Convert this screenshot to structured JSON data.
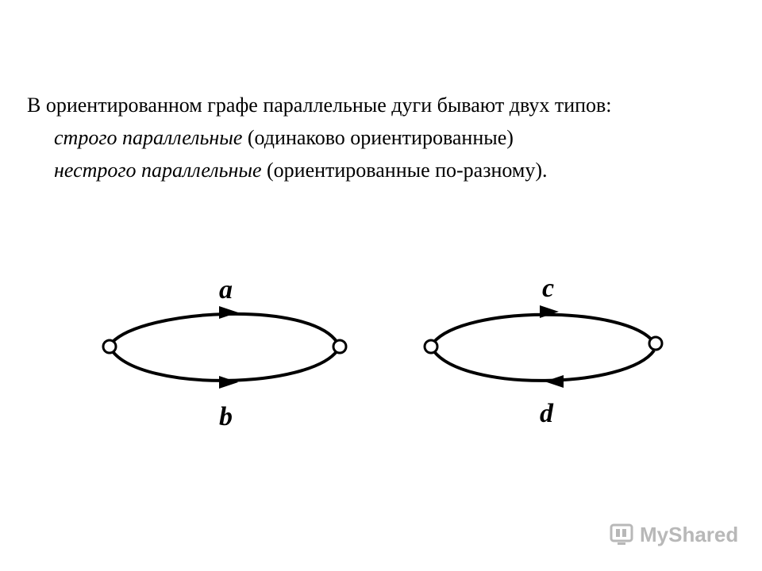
{
  "text": {
    "line1": "В ориентированном графе параллельные дуги бывают двух типов:",
    "line2_italic": "строго параллельные",
    "line2_rest": " (одинаково ориентированные)",
    "line3_italic": "нестрого параллельные",
    "line3_rest": " (ориентированные по-разному)."
  },
  "diagram": {
    "left_graph": {
      "top_edge_label": "a",
      "bottom_edge_label": "b",
      "top_arrow": "right",
      "bottom_arrow": "right"
    },
    "right_graph": {
      "top_edge_label": "c",
      "bottom_edge_label": "d",
      "top_arrow": "right",
      "bottom_arrow": "left"
    }
  },
  "watermark": {
    "text": "MyShared",
    "icon": "myshared-logo-icon",
    "color": "#b8b8b8"
  }
}
